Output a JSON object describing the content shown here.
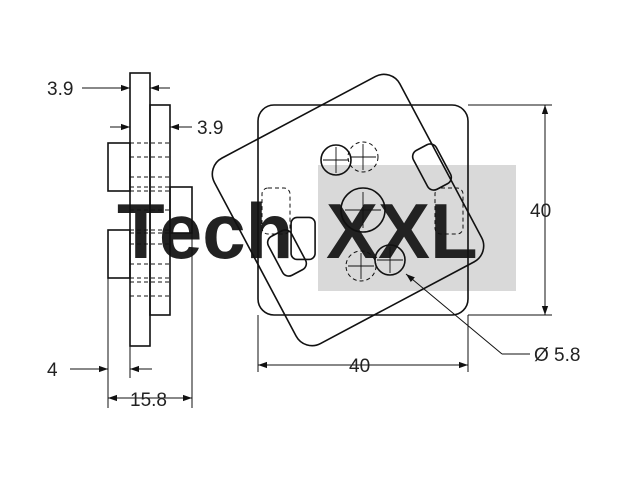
{
  "watermark": {
    "text_left": "Tech",
    "text_right": "XXL",
    "light_color": "#e4e4e4",
    "box_color": "#d9d9d9",
    "dark_text_color": "#ffffff"
  },
  "dimensions": {
    "top_thickness": "3.9",
    "flange_thickness": "3.9",
    "bottom_offset": "4",
    "total_width_side": "15.8",
    "height_front": "40",
    "width_front": "40",
    "hole_diameter": "Ø 5.8"
  },
  "colors": {
    "line": "#111111",
    "background": "#ffffff"
  }
}
